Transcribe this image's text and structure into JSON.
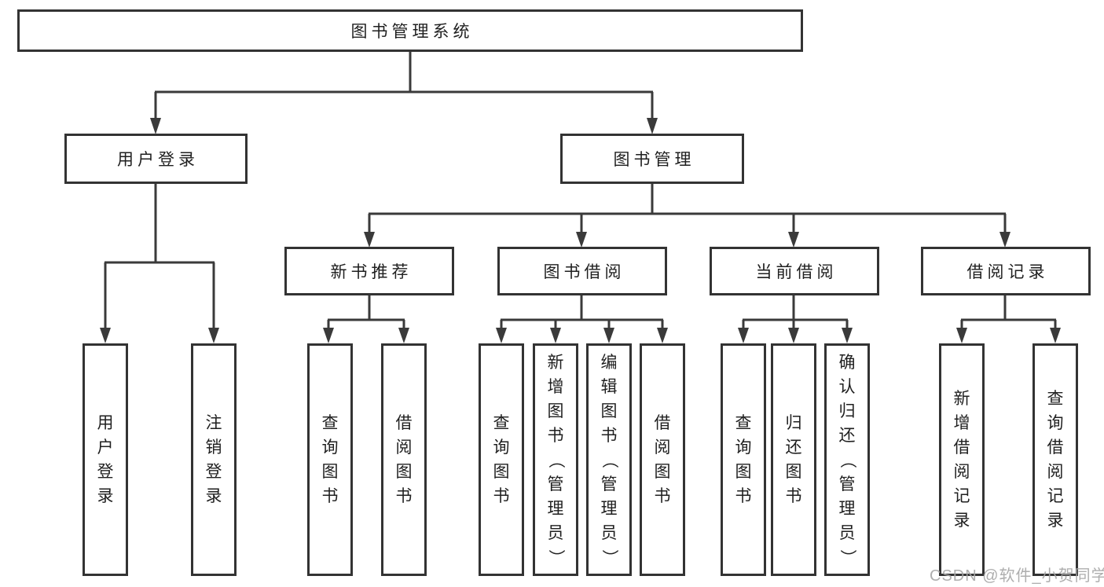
{
  "diagram": {
    "title": "图书管理系统",
    "nodes": {
      "root": {
        "label": "图书管理系统"
      },
      "level2": [
        {
          "id": "user-login",
          "label": "用户登录"
        },
        {
          "id": "book-management",
          "label": "图书管理"
        }
      ],
      "level3": [
        {
          "id": "new-book-recommend",
          "label": "新书推荐",
          "parent": "图书管理"
        },
        {
          "id": "book-borrow",
          "label": "图书借阅",
          "parent": "图书管理"
        },
        {
          "id": "current-borrow",
          "label": "当前借阅",
          "parent": "图书管理"
        },
        {
          "id": "borrow-records",
          "label": "借阅记录",
          "parent": "图书管理"
        }
      ],
      "leaves": [
        {
          "id": "leaf-user-login",
          "label": "用户登录",
          "parent": "用户登录"
        },
        {
          "id": "leaf-logout",
          "label": "注销登录",
          "parent": "用户登录"
        },
        {
          "id": "leaf-rec-query-book",
          "label": "查询图书",
          "parent": "新书推荐"
        },
        {
          "id": "leaf-rec-borrow-book",
          "label": "借阅图书",
          "parent": "新书推荐"
        },
        {
          "id": "leaf-bb-query-book",
          "label": "查询图书",
          "parent": "图书借阅"
        },
        {
          "id": "leaf-bb-add-book",
          "label": "新增图书（管理员）",
          "parent": "图书借阅"
        },
        {
          "id": "leaf-bb-edit-book",
          "label": "编辑图书（管理员）",
          "parent": "图书借阅"
        },
        {
          "id": "leaf-bb-borrow-book",
          "label": "借阅图书",
          "parent": "图书借阅"
        },
        {
          "id": "leaf-cb-query-book",
          "label": "查询图书",
          "parent": "当前借阅"
        },
        {
          "id": "leaf-cb-return-book",
          "label": "归还图书",
          "parent": "当前借阅"
        },
        {
          "id": "leaf-cb-confirm-return",
          "label": "确认归还（管理员）",
          "parent": "当前借阅"
        },
        {
          "id": "leaf-br-add-record",
          "label": "新增借阅记录",
          "parent": "借阅记录"
        },
        {
          "id": "leaf-br-query-record",
          "label": "查询借阅记录",
          "parent": "借阅记录"
        }
      ]
    },
    "colors": {
      "line": "#3a3a3a",
      "box_border": "#333333",
      "box_fill": "#ffffff",
      "text": "#1f1f1f",
      "background": "#ffffff"
    }
  },
  "watermark": {
    "text": "CSDN @软件_小贺同学",
    "color": "#a6a6a6"
  }
}
